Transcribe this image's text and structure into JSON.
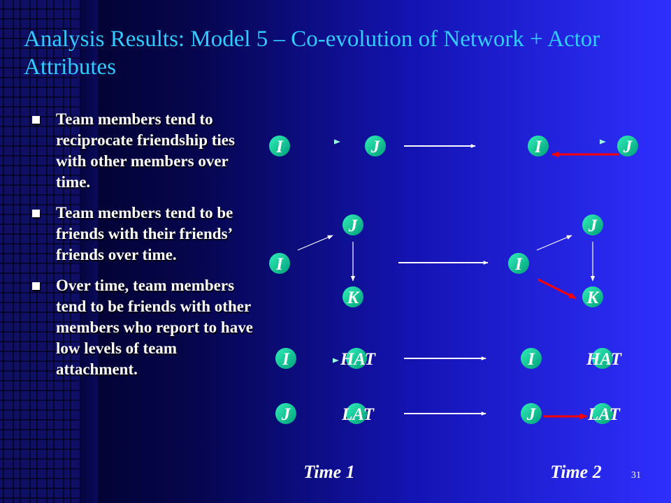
{
  "slide": {
    "title": "Analysis Results: Model 5 – Co-evolution of Network + Actor Attributes",
    "page_number": "31"
  },
  "bullets": [
    "Team members tend to reciprocate friendship ties with other members over time.",
    "Team members tend to be friends with their friends’ friends over time.",
    "Over time, team members tend to be friends with other members who report to have low levels of team attachment."
  ],
  "diagram": {
    "node_labels": {
      "i": "I",
      "j": "J",
      "k": "K",
      "hat": "HAT",
      "lat": "LAT"
    },
    "time_labels": [
      "Time 1",
      "Time 2"
    ]
  },
  "colors": {
    "title": "#33ccff",
    "node_fill": "#00cc99",
    "teal_arrow": "#33ccaa",
    "red_arrow": "#ff0000"
  }
}
